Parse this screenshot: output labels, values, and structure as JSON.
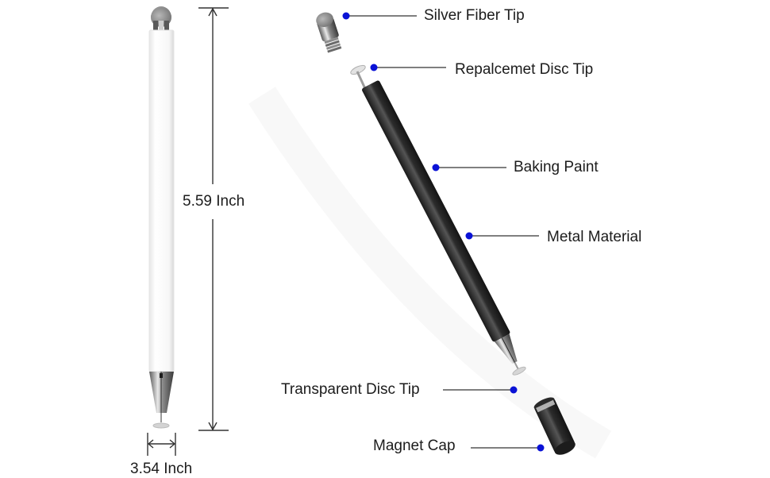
{
  "dimensions": {
    "height_label": "5.59 Inch",
    "width_label": "3.54 Inch"
  },
  "callouts": [
    {
      "id": "silver-fiber-tip",
      "label": "Silver Fiber Tip"
    },
    {
      "id": "replacement-disc-tip",
      "label": "Repalcemet Disc Tip"
    },
    {
      "id": "baking-paint",
      "label": "Baking Paint"
    },
    {
      "id": "metal-material",
      "label": "Metal Material"
    },
    {
      "id": "transparent-disc-tip",
      "label": "Transparent Disc Tip"
    },
    {
      "id": "magnet-cap",
      "label": "Magnet Cap"
    }
  ],
  "colors": {
    "callout_dot": "#0a12d6",
    "leader_line": "#333333",
    "white_pen_body": "#fbfbfb",
    "black_pen_body": "#2a2a2a",
    "dimension_line": "#333333"
  }
}
